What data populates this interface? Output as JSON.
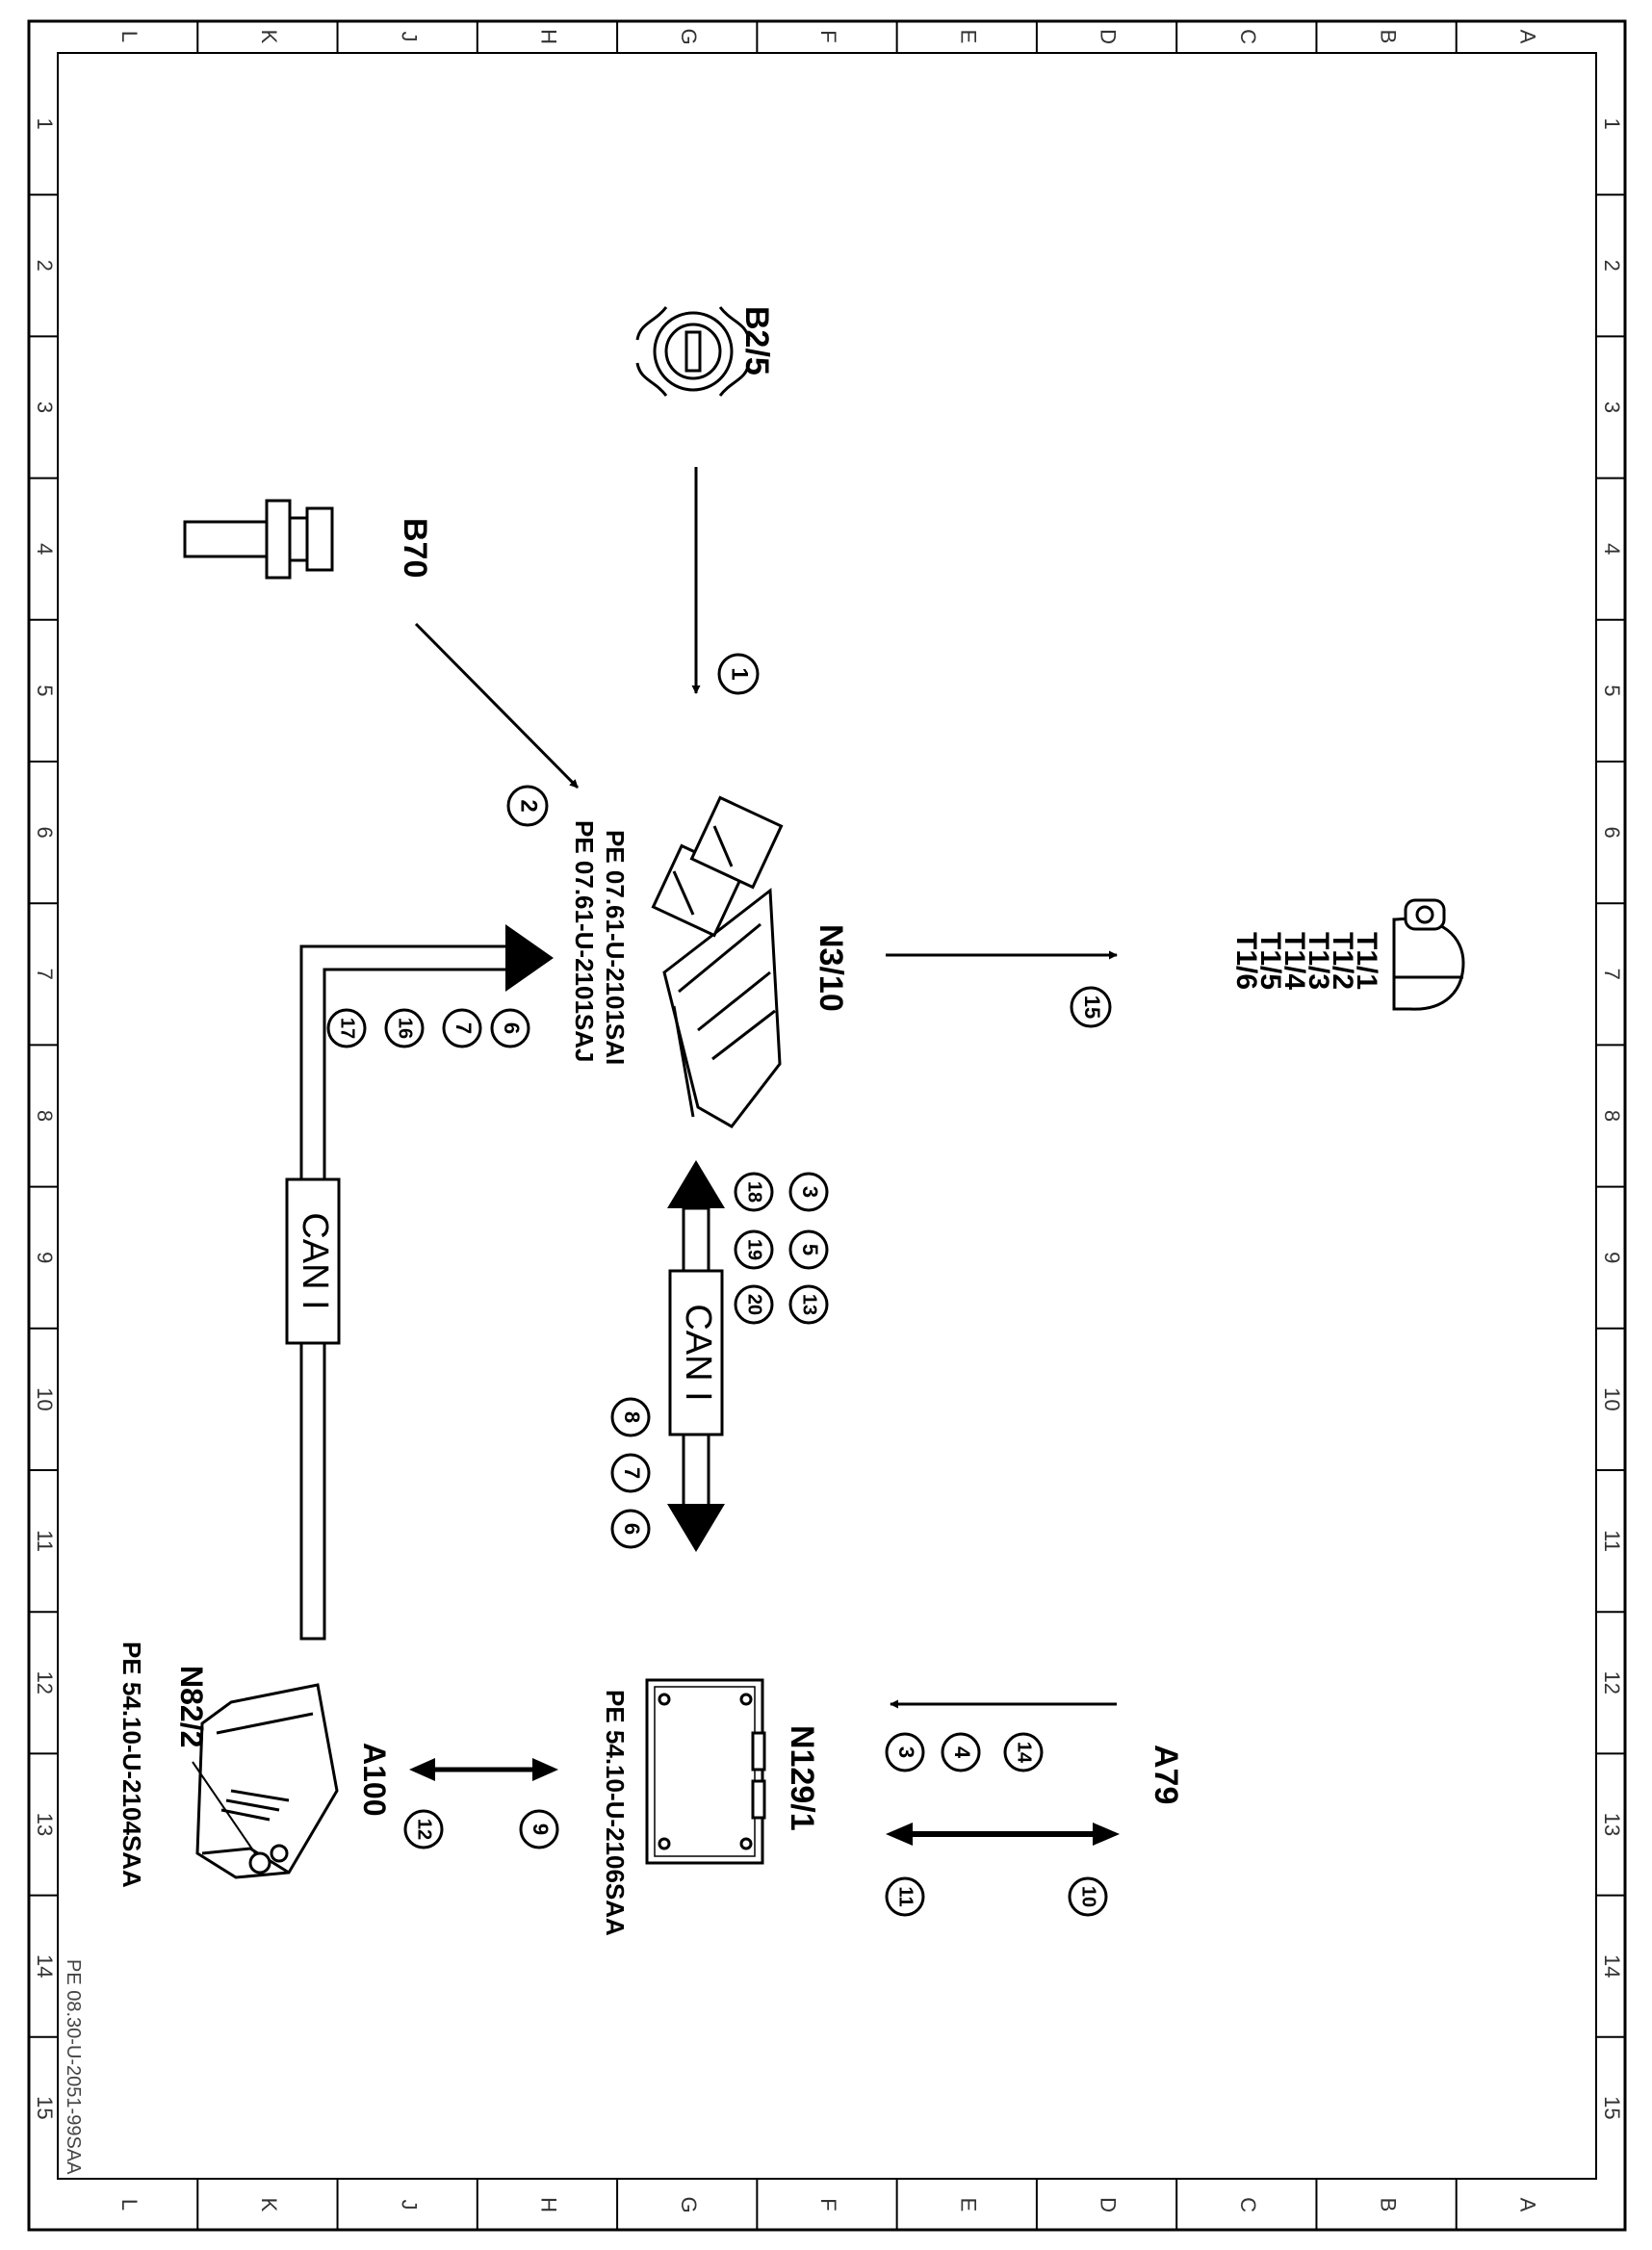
{
  "frame": {
    "columns": [
      "L",
      "K",
      "J",
      "H",
      "G",
      "F",
      "E",
      "D",
      "C",
      "B",
      "A"
    ],
    "rows": [
      "1",
      "2",
      "3",
      "4",
      "5",
      "6",
      "7",
      "8",
      "9",
      "10",
      "11",
      "12",
      "13",
      "14",
      "15"
    ],
    "drawing_number": "PE 08.30-U-2051-99SAA"
  },
  "components": {
    "b2_5": "B2/5",
    "b70": "B70",
    "n3_10": "N3/10",
    "t1": [
      "T1/1",
      "T1/2",
      "T1/3",
      "T1/4",
      "T1/5",
      "T1/6"
    ],
    "a79": "A79",
    "n129_1": "N129/1",
    "a100": "A100",
    "n82_2": "N82/2"
  },
  "references": {
    "n3_10_a": "PE  07.61-U-2101SAI",
    "n3_10_b": "PE  07.61-U-2101SAJ",
    "n129_1": "PE  54.10-U-2106SAA",
    "a100": "PE  54.10-U-2104SAA"
  },
  "bus": {
    "left": "CAN I",
    "center": "CAN I"
  },
  "callouts": {
    "c_1": "1",
    "c_2": "2",
    "c_15": "15",
    "left_bus": [
      "6",
      "7",
      "16",
      "17"
    ],
    "center_bus_top_row": [
      "3",
      "5",
      "13"
    ],
    "center_bus_bottom_row": [
      "18",
      "19",
      "20"
    ],
    "center_bus_lower": [
      "8",
      "7",
      "6"
    ],
    "a79_out": [
      "14",
      "4",
      "3"
    ],
    "a79_bidir_right": "10",
    "a79_bidir_left": "11",
    "n129_a100_right": "9",
    "n129_a100_left": "12"
  }
}
